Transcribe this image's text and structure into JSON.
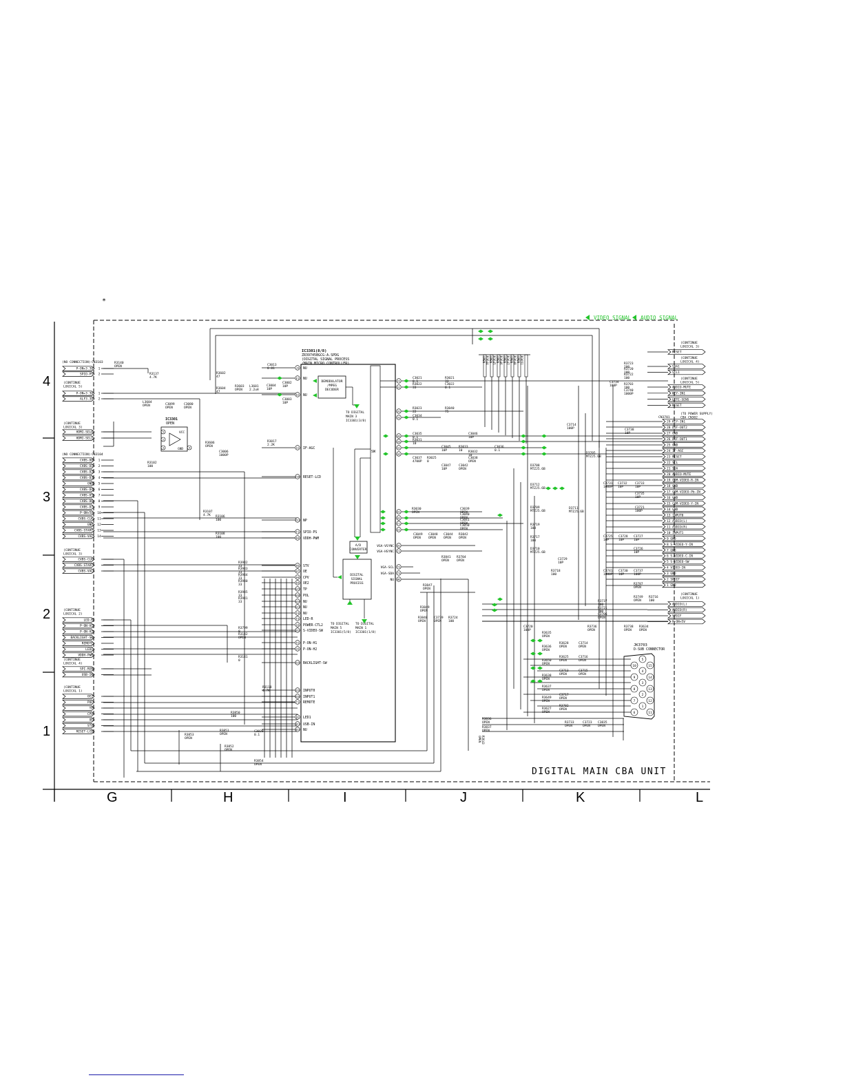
{
  "page": {
    "asterisk": "*",
    "unit_title": "DIGITAL MAIN CBA UNIT",
    "legend": {
      "video": "VIDEO SIGNAL",
      "audio": "AUDIO SIGNAL"
    },
    "colors": {
      "line": "#000000",
      "signal": "#22c42a",
      "footer_link": "#1a1aa8"
    },
    "row_markers": [
      "4",
      "3",
      "2",
      "1"
    ],
    "col_markers": [
      "G",
      "H",
      "I",
      "J",
      "K",
      "L"
    ]
  },
  "main_ic": {
    "ref": "IC3301(8/8)",
    "part": "ZR39745BGCG-A.SPDG",
    "desc1": "(DIGITAL SIGNAL PROCESS",
    "desc2": "/MAIN MICRO CONTROLLER)",
    "left_pins": [
      "J3 NU",
      "E1 NU",
      "E2 NU",
      "S1 IF-AGC",
      "F26 RESET-LCD",
      "P21 NP",
      "F1 SPIO-PS",
      "R4 VDDH-PWM",
      "A5 STV",
      "A7 OE",
      "A4 CPV",
      "R4 OE2",
      "A25 TP",
      "A26 POL",
      "A24 NU",
      "A23 NU",
      "F4 NU",
      "F3 LED-R",
      "S3 POWER-CTL2",
      "D22 S-VIDEO-SW",
      "F2 P-ON-H1",
      "S5 P-ON-H2",
      "D15 BACKLIGHT-SW",
      "D19 INPUT0",
      "D20 INPUT1",
      "T1 REMOTE",
      "D2 LED1",
      "N21 USB-IN",
      "N23 NU"
    ],
    "right_pins": [
      "F2",
      "E2",
      "U1",
      "V2",
      "H3",
      "G3",
      "G1",
      "G2",
      "K1",
      "K2",
      "F1",
      "E1",
      "D1",
      "C1",
      "T2",
      "T3",
      "W5"
    ],
    "right_labels": [
      "VGA-VSYNC",
      "VGA-HSYNC",
      "VGA-SCL",
      "VGA-SDA",
      "NU"
    ]
  },
  "blocks": {
    "demod": [
      "DEMODULATOR",
      "/MPEG",
      "DECODER"
    ],
    "adc": [
      "A/D",
      "CONVERTER"
    ],
    "dsp": [
      "DIGITAL",
      "SIGNAL",
      "PROCESS"
    ],
    "to_main3": [
      "TO DIGITAL",
      "MAIN 3",
      "IC3301(3/8)"
    ],
    "to_main5": [
      "TO DIGITAL",
      "MAIN 5",
      "IC3301(5/8)"
    ],
    "to_main1": [
      "TO DIGITAL",
      "MAIN 1",
      "IC3301(1/8)"
    ],
    "sw_label": "SW"
  },
  "ic_small": {
    "ref": "IC3301",
    "value": "OPEN",
    "pins": [
      "VCC",
      "GND"
    ]
  },
  "left_connectors": {
    "no_conn1": {
      "title": "(NO CONNECTION)",
      "ref": "CN3103",
      "pins": [
        "P-ON+3.3V",
        "SPIO-PS"
      ]
    },
    "cont_digital5": {
      "title": [
        "(CONTINUE",
        "LOGICAL 5)"
      ],
      "pins": [
        "P-ON+3.3V",
        "ALF3.3V"
      ]
    },
    "cont_digital3a": {
      "title": [
        "(CONTINUE",
        "LOGICAL 3)"
      ],
      "pins": [
        "HDMI-SEL0",
        "HDMI-SEL1"
      ]
    },
    "no_conn2": {
      "title": "(NO CONNECTION)",
      "ref": "CN3104",
      "pins": [
        "CVBS-D0",
        "CVBS-D1",
        "CVBS-D2",
        "CVBS-D3",
        "GND",
        "CVBS-D4",
        "CVBS-D5",
        "CVBS-D6",
        "CVBS-D7",
        "P-ON+5V",
        "CVBS-CLK",
        "GND",
        "CVBS-START",
        "CVBS-VAL"
      ]
    },
    "cont_digital3b": {
      "title": [
        "(CONTINUE",
        "LOGICAL 3)"
      ],
      "pins": [
        "CVBS-CLK",
        "CVBS-START",
        "CVBS-VAL"
      ]
    },
    "cont_digital2": {
      "title": [
        "(CONTINUE",
        "LOGICAL 2)"
      ],
      "pins": [
        "LED-R",
        "P-ON-H1",
        "P-ON-H2",
        "BACKLIGHT-SW",
        "REMOTE",
        "LED1",
        "VDDH-PWM"
      ]
    },
    "cont_digital4": {
      "title": [
        "(CONTINUE",
        "LOGICAL 4)"
      ],
      "pins": [
        "SPI-REN",
        "USB-IN"
      ]
    },
    "cont_digital1": {
      "title": [
        "(CONTINUE",
        "LOGICAL 1)"
      ],
      "pins": [
        "OE2",
        "POL",
        "TP",
        "CPV",
        "OE",
        "STV",
        "RESET-LCD"
      ]
    }
  },
  "right_connectors": {
    "cont_digital3c": {
      "title": [
        "(CONTINUE",
        "LOGICAL 3)"
      ],
      "pins": [
        "RESET"
      ]
    },
    "cont_digital4b": {
      "title": [
        "(CONTINUE",
        "LOGICAL 4)"
      ],
      "pins": [
        "SDA1",
        "SCL1"
      ]
    },
    "cont_digital5b": {
      "title": [
        "(CONTINUE",
        "LOGICAL 5)"
      ],
      "pins": [
        "AUDIO-MUTE",
        "KEY-IN1",
        "LITE-SENS",
        "RESET"
      ]
    },
    "power": {
      "title": [
        "(TO POWER SUPPLY)",
        "CBA CN302"
      ],
      "ref": "CN3701",
      "pins": [
        "29 KEY-IN1",
        "28 DIF-OUT2",
        "27 GND",
        "26 DIF-OUT1",
        "25 GND",
        "24 IF-AGC",
        "23 RESET",
        "22 SCL",
        "21 SDA",
        "20 AUDIO-MUTE",
        "19 COM-VIDEO-R-IN",
        "18 GND",
        "17 COM-VIDEO-Pb-IN",
        "16 GND",
        "15 COM-VIDEO-Y-IN",
        "14 GND",
        "13 INPUT0",
        "12 AUDIO(L)",
        "11 AUDIO(R)",
        "10 INPUT1",
        "9 GND",
        "8 S-VIDEO-Y-IN",
        "7 GND",
        "6 S-VIDEO-C-IN",
        "5 S-VIDEO-SW",
        "4 VIDEO-IN",
        "3 GND",
        "2 SPDIF",
        "1 GND"
      ]
    },
    "cont_digital1b": {
      "title": [
        "(CONTINUE",
        "LOGICAL 1)"
      ],
      "pins": [
        "AUDIO(L)",
        "AUDIO(R)",
        "SPDIF",
        "P-ON+5V"
      ]
    }
  },
  "dsub": {
    "ref": "JK3703",
    "desc": "D-SUB CONNECTOR",
    "pins": [
      "5",
      "4",
      "3",
      "2",
      "1",
      "10",
      "9",
      "8",
      "7",
      "6",
      "15",
      "14",
      "13",
      "12",
      "11"
    ]
  },
  "components": [
    [
      "R3140",
      "OPEN"
    ],
    [
      "R3137",
      "4.7K"
    ],
    [
      "L3604",
      "OPEN"
    ],
    [
      "C3099",
      "OPEN"
    ],
    [
      "C3080",
      "OPEN"
    ],
    [
      "R3606",
      "OPEN"
    ],
    [
      "C3006",
      "1000P"
    ],
    [
      "R3017",
      "2.2K"
    ],
    [
      "R3602",
      "47"
    ],
    [
      "R3604",
      "47"
    ],
    [
      "R3603",
      "OPEN"
    ],
    [
      "L3601",
      "2.2uH"
    ],
    [
      "C3004",
      "10P"
    ],
    [
      "C3013",
      "0.01"
    ],
    [
      "C3002",
      "10P"
    ],
    [
      "C3003",
      "10P"
    ],
    [
      "R3102",
      "100"
    ],
    [
      "R3107",
      "4.7K"
    ],
    [
      "R3106",
      "100"
    ],
    [
      "R3108",
      "100"
    ],
    [
      "R3942",
      "33"
    ],
    [
      "R3943",
      "33"
    ],
    [
      "R3944",
      "33"
    ],
    [
      "R3940",
      "33"
    ],
    [
      "R3945",
      "33"
    ],
    [
      "R3941",
      "33"
    ],
    [
      "R3799",
      "0"
    ],
    [
      "R3142",
      "OPEN"
    ],
    [
      "R3141",
      "0"
    ],
    [
      "R3118",
      "4.7K"
    ],
    [
      "R3850",
      "100"
    ],
    [
      "R3853",
      "OPEN"
    ],
    [
      "R3851",
      "OPEN"
    ],
    [
      "R3852",
      "OPEN"
    ],
    [
      "R3854",
      "OPEN"
    ],
    [
      "C3020",
      "0.1"
    ],
    [
      "C3021",
      "0.1"
    ],
    [
      "R3022",
      "33"
    ],
    [
      "R3021",
      "33"
    ],
    [
      "C3022",
      "0.1"
    ],
    [
      "R3023",
      "22"
    ],
    [
      "R3040",
      "75"
    ],
    [
      "C3034",
      "0.1"
    ],
    [
      "C3035",
      "0.1"
    ],
    [
      "R3031",
      "10"
    ],
    [
      "C3046",
      "10P"
    ],
    [
      "C3045",
      "10P"
    ],
    [
      "R3033",
      "10"
    ],
    [
      "R3032",
      "10"
    ],
    [
      "C3036",
      "0.1"
    ],
    [
      "C3037",
      "4700P"
    ],
    [
      "R3025",
      "0"
    ],
    [
      "C3038",
      "OPEN"
    ],
    [
      "C3047",
      "10P"
    ],
    [
      "C3042",
      "OPEN"
    ],
    [
      "R3030",
      "OPEN"
    ],
    [
      "C3039",
      "OPEN"
    ],
    [
      "C3040",
      "OPEN"
    ],
    [
      "C3041",
      "OPEN"
    ],
    [
      "C3050",
      "OPEN"
    ],
    [
      "C3049",
      "OPEN"
    ],
    [
      "C3048",
      "OPEN"
    ],
    [
      "C3044",
      "OPEN"
    ],
    [
      "R3842",
      "OPEN"
    ],
    [
      "R3841",
      "OPEN"
    ],
    [
      "R3704",
      "OPEN"
    ],
    [
      "R3847",
      "OPEN"
    ],
    [
      "R3849",
      "OPEN"
    ],
    [
      "R3848",
      "OPEN"
    ],
    [
      "C3739",
      "OPEN"
    ],
    [
      "R3724",
      "100"
    ],
    [
      "R3723",
      "100"
    ],
    [
      "R3720",
      "100"
    ],
    [
      "R3722",
      "100"
    ],
    [
      "R3703",
      "100"
    ],
    [
      "C3740",
      "1000P"
    ],
    [
      "C3734",
      "100P"
    ],
    [
      "C3714",
      "100P"
    ],
    [
      "C3738",
      "10P"
    ],
    [
      "D3705",
      "MTZJ5.6B"
    ],
    [
      "D3708",
      "MTZJ5.6B"
    ],
    [
      "D3712",
      "MTZJ5.6B"
    ],
    [
      "D3709",
      "MTZJ5.6B"
    ],
    [
      "D3711",
      "MTZJ5.6B"
    ],
    [
      "D3710",
      "MTZJ5.6B"
    ],
    [
      "R3718",
      "100"
    ],
    [
      "R3719",
      "100"
    ],
    [
      "R3717",
      "100"
    ],
    [
      "C3729",
      "10P"
    ],
    [
      "C3731",
      "1000P"
    ],
    [
      "C3732",
      "10P"
    ],
    [
      "C3733",
      "10P"
    ],
    [
      "C3735",
      "10P"
    ],
    [
      "C3721",
      "100P"
    ],
    [
      "C3725",
      "10P"
    ],
    [
      "C3728",
      "10P"
    ],
    [
      "C3727",
      "10P"
    ],
    [
      "C3726",
      "10P"
    ],
    [
      "C3741",
      "1000P"
    ],
    [
      "C3730",
      "10P"
    ],
    [
      "C3737",
      "100P"
    ],
    [
      "R3787",
      "OPEN"
    ],
    [
      "R3749",
      "OPEN"
    ],
    [
      "R3716",
      "100"
    ],
    [
      "R3737",
      "100"
    ],
    [
      "R3721",
      "100"
    ],
    [
      "C3706",
      "OPEN"
    ],
    [
      "C3720",
      "100P"
    ],
    [
      "R3736",
      "OPEN"
    ],
    [
      "R3738",
      "OPEN"
    ],
    [
      "R3634",
      "OPEN"
    ],
    [
      "R3635",
      "OPEN"
    ],
    [
      "R3636",
      "OPEN"
    ],
    [
      "R3650",
      "OPEN"
    ],
    [
      "R3638",
      "OPEN"
    ],
    [
      "R3637",
      "OPEN"
    ],
    [
      "R3649",
      "OPEN"
    ],
    [
      "R3627",
      "OPEN"
    ],
    [
      "R3628",
      "OPEN"
    ],
    [
      "R3625",
      "OPEN"
    ],
    [
      "C3713",
      "OPEN"
    ],
    [
      "C3714",
      "OPEN"
    ],
    [
      "C3716",
      "OPEN"
    ],
    [
      "C3715",
      "OPEN"
    ],
    [
      "C3717",
      "OPEN"
    ],
    [
      "R3702",
      "OPEN"
    ],
    [
      "R3733",
      "OPEN"
    ],
    [
      "C3723",
      "OPEN"
    ],
    [
      "C3835",
      "OPEN"
    ],
    [
      "R3836",
      "OPEN"
    ],
    [
      "R3837",
      "OPEN"
    ],
    [
      "R3643",
      "OPEN"
    ],
    [
      "R3644",
      "OPEN"
    ],
    [
      "R3645",
      "OPEN"
    ],
    [
      "R3646",
      "OPEN"
    ],
    [
      "R3647",
      "OPEN"
    ],
    [
      "R3648",
      "OPEN"
    ],
    [
      "R3651",
      "OPEN"
    ]
  ]
}
